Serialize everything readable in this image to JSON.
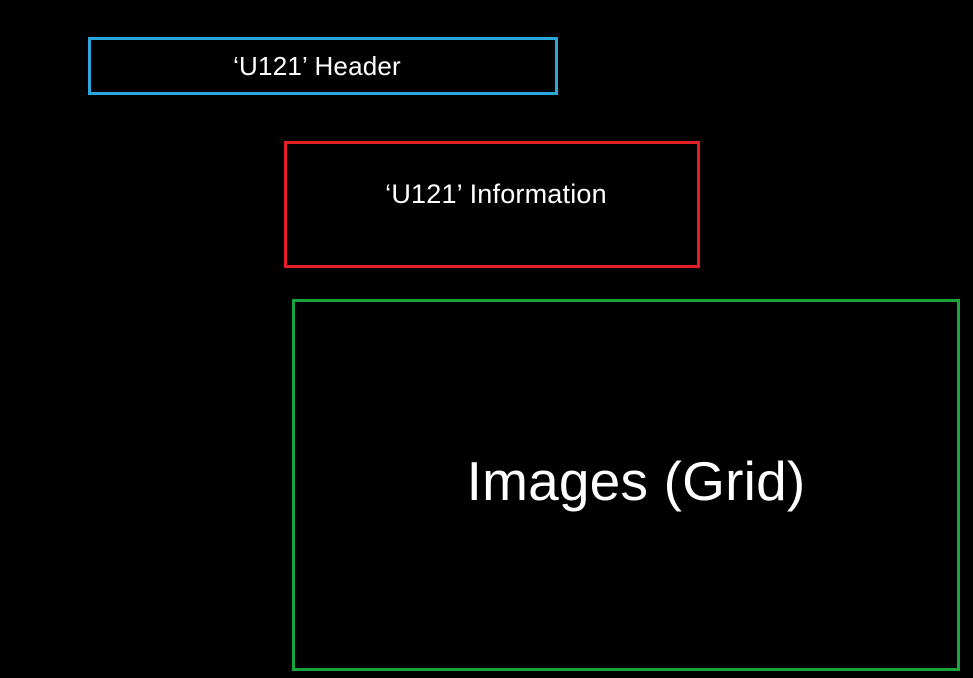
{
  "boxes": {
    "header": {
      "label": "‘U121’ Header",
      "border_color": "#29a8e0"
    },
    "information": {
      "label": "‘U121’ Information",
      "border_color": "#e31e24"
    },
    "images": {
      "label": "Images (Grid)",
      "border_color": "#1aa33a"
    }
  },
  "colors": {
    "background": "#000000",
    "text": "#ffffff"
  }
}
